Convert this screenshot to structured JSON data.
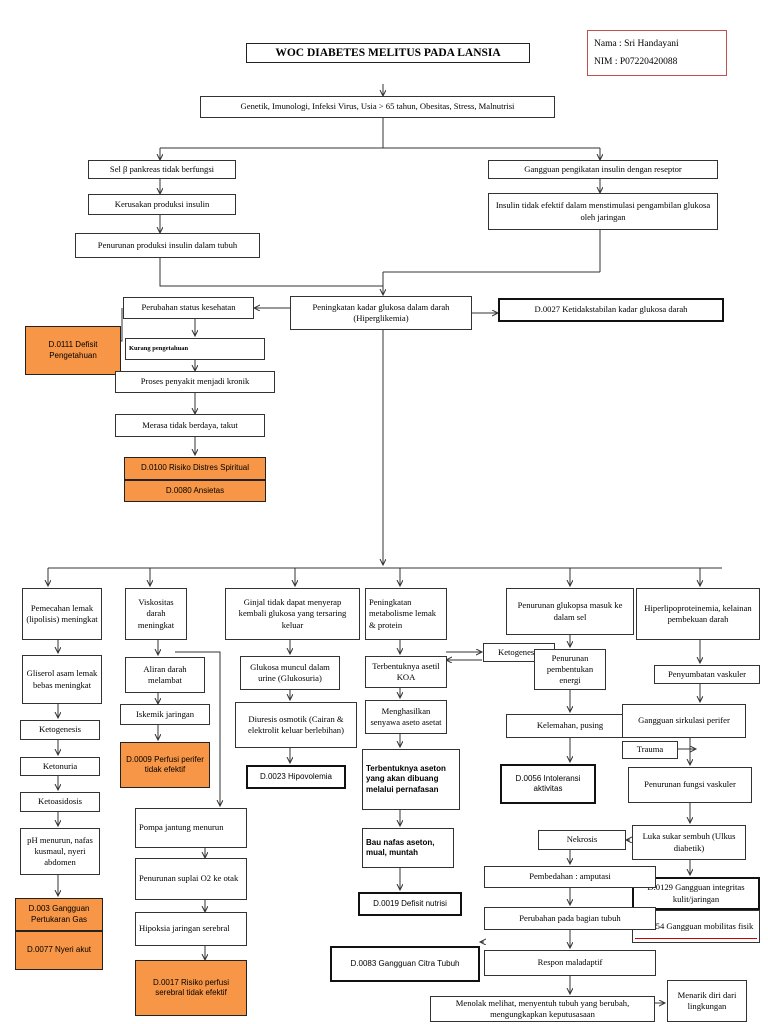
{
  "title": "WOC DIABETES MELITUS PADA LANSIA",
  "student": {
    "name": "Nama : Sri Handayani",
    "nim": "NIM  : P07220420088"
  },
  "nodes": {
    "etiologi": "Genetik, Imunologi, Infeksi Virus, Usia > 65 tahun, Obesitas, Stress, Malnutrisi",
    "sel_beta": "Sel β pankreas tidak berfungsi",
    "kerusakan_insulin": "Kerusakan produksi insulin",
    "penurunan_insulin": "Penurunan produksi insulin dalam tubuh",
    "gangguan_ikatan": "Gangguan pengikatan insulin dengan reseptor",
    "insulin_tidak_efektif": "Insulin tidak efektif dalam menstimulasi pengambilan glukosa oleh jaringan",
    "hiperglikemia": "Peningkatan kadar glukosa dalam darah (Hiperglikemia)",
    "d0027": "D.0027 Ketidakstabilan kadar glukosa darah",
    "status_kesehatan": "Perubahan status kesehatan",
    "d0111": "D.0111 Defisit Pengetahuan",
    "kurang_pengetahuan": "Kurang pengetahuan",
    "kronik": "Proses penyakit menjadi kronik",
    "tidak_berdaya": "Merasa tidak berdaya, takut",
    "d0100": "D.0100 Risiko Distres Spiritual",
    "d0080": "D.0080 Ansietas",
    "lipolisis": "Pemecahan lemak (lipolisis) meningkat",
    "gliserol": "Gliserol asam lemak bebas meningkat",
    "ketogenesis_1": "Ketogenesis",
    "ketonuria": "Ketonuria",
    "ketoasidosis": "Ketoasidosis",
    "ph_menurun": "pH menurun, nafas kusmaul, nyeri abdomen",
    "d003": "D.003 Gangguan Pertukaran Gas",
    "d0077": "D.0077 Nyeri akut",
    "viskositas": "Viskositas darah meningkat",
    "aliran_darah": "Aliran darah melambat",
    "iskemik": "Iskemik jaringan",
    "d0009": "D.0009 Perfusi perifer tidak efektif",
    "pompa_jantung": "Pompa jantung menurun",
    "suplai_o2": "Penurunan suplai O2 ke otak",
    "hipoksia": "Hipoksia jaringan serebral",
    "d0017": "D.0017 Risiko perfusi serebral tidak efektif",
    "ginjal": "Ginjal tidak dapat menyerap kembali glukosa yang tersaring keluar",
    "glukosuria": "Glukosa muncul dalam urine (Glukosuria)",
    "diuresis": "Diuresis osmotik (Cairan & elektrolit keluar berlebihan)",
    "d0023": "D.0023 Hipovolemia",
    "metabolisme": "Peningkatan metabolisme lemak & protein",
    "ketogenesis_2": "Ketogenesis",
    "asetil_koa": "Terbentuknya asetil KOA",
    "aseto_asetat": "Menghasilkan senyawa aseto asetat",
    "aseton": "Terbentuknya aseton yang akan dibuang melalui pernafasan",
    "bau_nafas": "Bau nafas aseton, mual, muntah",
    "d0019": "D.0019 Defisit nutrisi",
    "glukosa_sel": "Penurunan glukopsa masuk ke dalam sel",
    "energi": "Penurunan pembentukan energi",
    "kelemahan": "Kelemahan, pusing",
    "d0056": "D.0056 Intoleransi aktivitas",
    "hiperlipo": "Hiperlipoproteinemia, kelainan pembekuan darah",
    "penyumbatan": "Penyumbatan vaskuler",
    "sirkulasi": "Gangguan sirkulasi perifer",
    "trauma": "Trauma",
    "fungsi_vaskuler": "Penurunan fungsi vaskuler",
    "luka": "Luka sukar sembuh (Ulkus diabetik)",
    "d0129": "D.0129 Gangguan integritas kulit/jaringan",
    "d0054": "D.0054 Gangguan mobilitas fisik",
    "nekrosis": "Nekrosis",
    "amputasi": "Pembedahan : amputasi",
    "perubahan_tubuh": "Perubahan pada bagian tubuh",
    "d0083": "D.0083 Gangguan Citra Tubuh",
    "maladaptif": "Respon maladaptif",
    "menolak": "Menolak melihat, menyentuh tubuh yang berubah, mengungkapkan keputusasaan",
    "menarik_diri": "Menarik diri dari lingkungan"
  },
  "colors": {
    "diagnosis_fill": "#f79646",
    "border": "#333333",
    "id_border": "#c0504d",
    "underline": "#d00000"
  }
}
